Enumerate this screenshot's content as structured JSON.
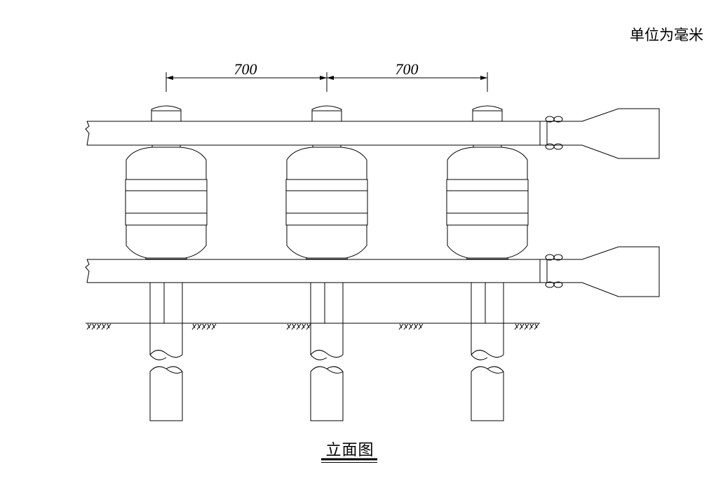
{
  "unit_note": "单位为毫米",
  "dimensions": [
    {
      "value": "700"
    },
    {
      "value": "700"
    }
  ],
  "caption": "立面图"
}
